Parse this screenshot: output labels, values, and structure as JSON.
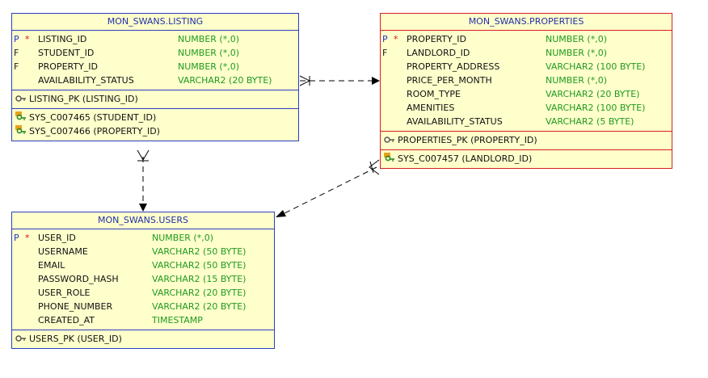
{
  "tables": {
    "listing": {
      "title": "MON_SWANS.LISTING",
      "columns": [
        {
          "flag": "P",
          "star": "*",
          "name": "LISTING_ID",
          "type": "NUMBER (*,0)"
        },
        {
          "flag": "F",
          "star": "",
          "name": "STUDENT_ID",
          "type": "NUMBER (*,0)"
        },
        {
          "flag": "F",
          "star": "",
          "name": "PROPERTY_ID",
          "type": "NUMBER (*,0)"
        },
        {
          "flag": "",
          "star": "",
          "name": "AVAILABILITY_STATUS",
          "type": "VARCHAR2 (20 BYTE)"
        }
      ],
      "pk": "LISTING_PK (LISTING_ID)",
      "fks": [
        "SYS_C007465 (STUDENT_ID)",
        "SYS_C007466 (PROPERTY_ID)"
      ]
    },
    "properties": {
      "title": "MON_SWANS.PROPERTIES",
      "columns": [
        {
          "flag": "P",
          "star": "*",
          "name": "PROPERTY_ID",
          "type": "NUMBER (*,0)"
        },
        {
          "flag": "F",
          "star": "",
          "name": "LANDLORD_ID",
          "type": "NUMBER (*,0)"
        },
        {
          "flag": "",
          "star": "",
          "name": "PROPERTY_ADDRESS",
          "type": "VARCHAR2 (100 BYTE)"
        },
        {
          "flag": "",
          "star": "",
          "name": "PRICE_PER_MONTH",
          "type": "NUMBER (*,0)"
        },
        {
          "flag": "",
          "star": "",
          "name": "ROOM_TYPE",
          "type": "VARCHAR2 (20 BYTE)"
        },
        {
          "flag": "",
          "star": "",
          "name": "AMENITIES",
          "type": "VARCHAR2 (100 BYTE)"
        },
        {
          "flag": "",
          "star": "",
          "name": "AVAILABILITY_STATUS",
          "type": "VARCHAR2 (5 BYTE)"
        }
      ],
      "pk": "PROPERTIES_PK (PROPERTY_ID)",
      "fks": [
        "SYS_C007457 (LANDLORD_ID)"
      ]
    },
    "users": {
      "title": "MON_SWANS.USERS",
      "columns": [
        {
          "flag": "P",
          "star": "*",
          "name": "USER_ID",
          "type": "NUMBER (*,0)"
        },
        {
          "flag": "",
          "star": "",
          "name": "USERNAME",
          "type": "VARCHAR2 (50 BYTE)"
        },
        {
          "flag": "",
          "star": "",
          "name": "EMAIL",
          "type": "VARCHAR2 (50 BYTE)"
        },
        {
          "flag": "",
          "star": "",
          "name": "PASSWORD_HASH",
          "type": "VARCHAR2 (15 BYTE)"
        },
        {
          "flag": "",
          "star": "",
          "name": "USER_ROLE",
          "type": "VARCHAR2 (20 BYTE)"
        },
        {
          "flag": "",
          "star": "",
          "name": "PHONE_NUMBER",
          "type": "VARCHAR2 (20 BYTE)"
        },
        {
          "flag": "",
          "star": "",
          "name": "CREATED_AT",
          "type": "TIMESTAMP"
        }
      ],
      "pk": "USERS_PK (USER_ID)",
      "fks": []
    }
  },
  "colors": {
    "table_bg": "#ffffcc",
    "border_blue": "#2b3fbf",
    "border_red": "#d62020",
    "type_green": "#1f9a1f",
    "pk_flag": "#2233cc",
    "not_null_star": "#dd1111"
  },
  "icons": {
    "pk": "key-icon",
    "fk": "foreign-key-icon",
    "relation_end": "crows-foot-icon",
    "relation_target": "arrowhead-icon"
  }
}
